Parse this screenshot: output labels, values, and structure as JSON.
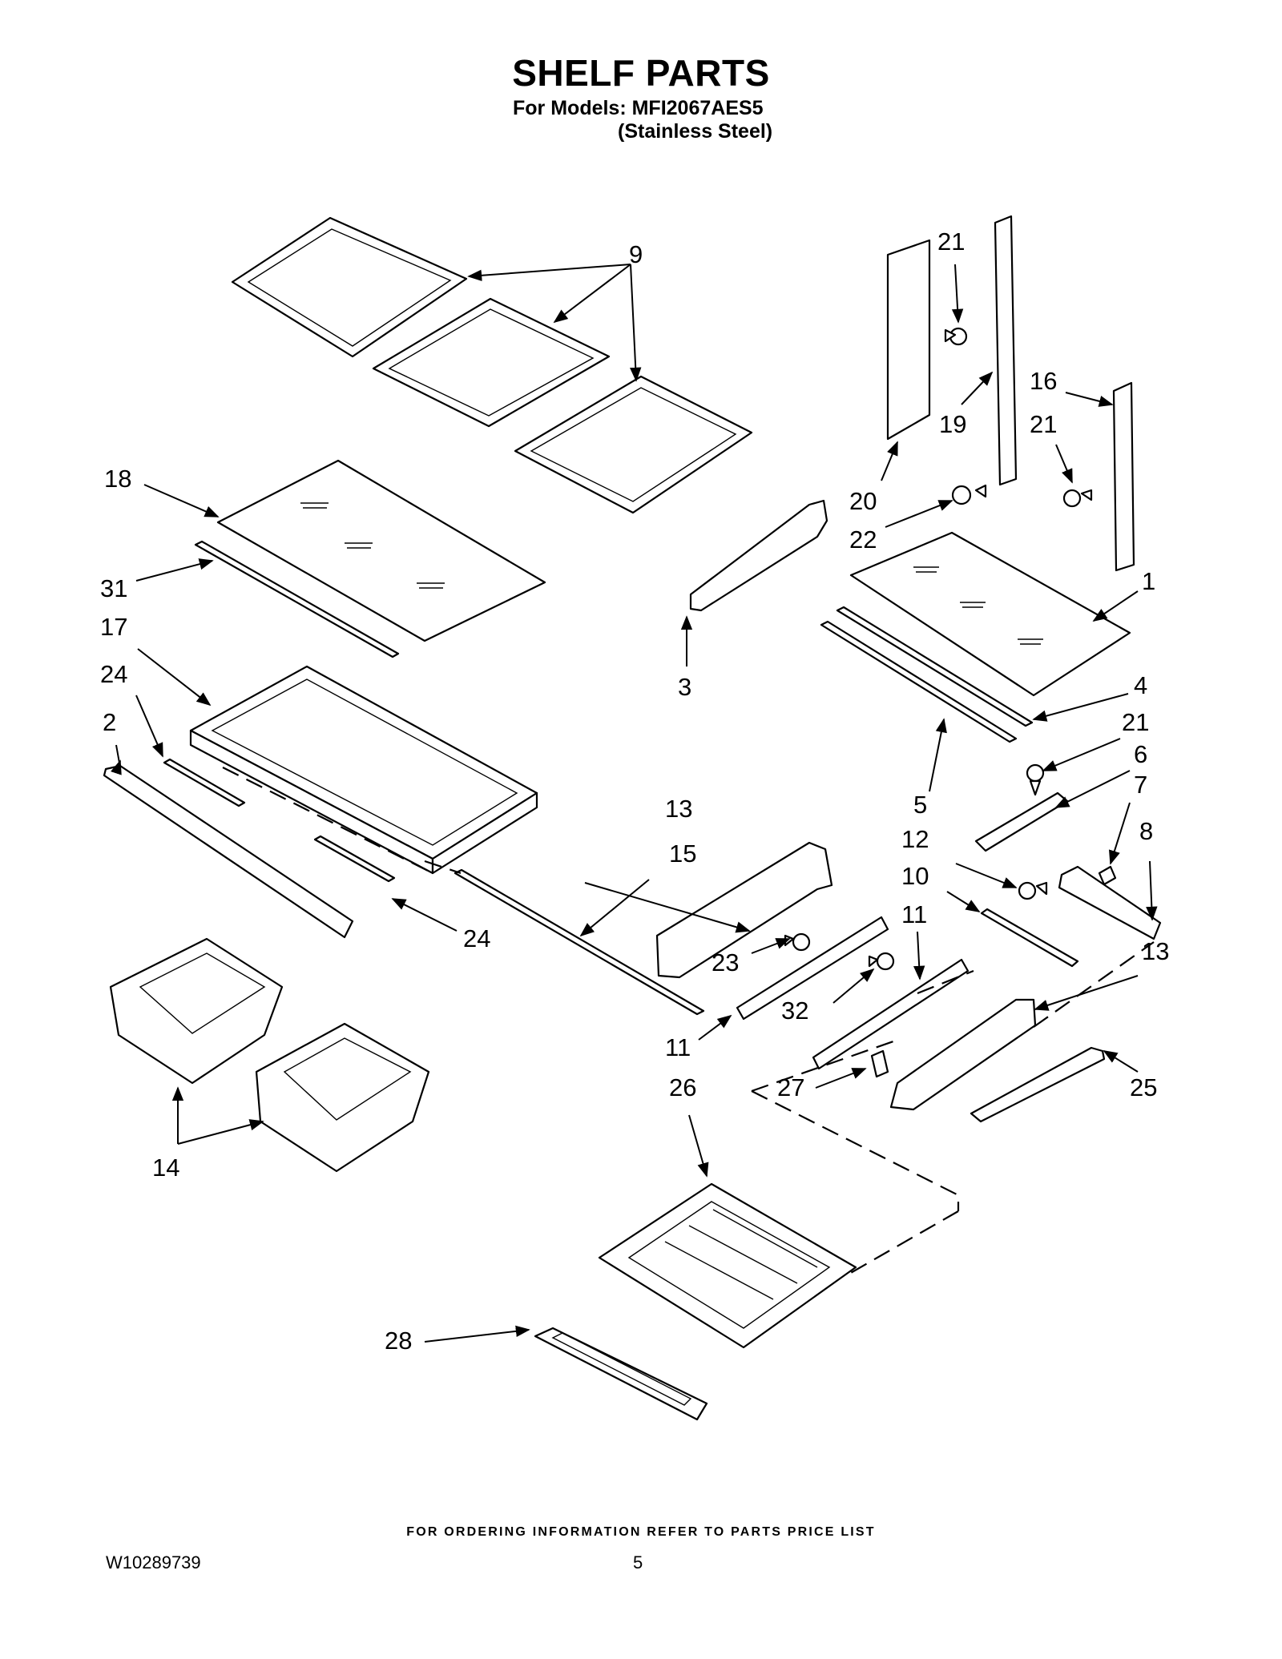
{
  "header": {
    "title": "SHELF PARTS",
    "models_line": "For Models: MFI2067AES5",
    "finish_line": "(Stainless Steel)"
  },
  "callouts": {
    "c1": "1",
    "c2": "2",
    "c3": "3",
    "c4": "4",
    "c5": "5",
    "c6": "6",
    "c7": "7",
    "c8": "8",
    "c9": "9",
    "c10": "10",
    "c11a": "11",
    "c11b": "11",
    "c12": "12",
    "c13a": "13",
    "c13b": "13",
    "c14": "14",
    "c15": "15",
    "c16": "16",
    "c17": "17",
    "c18": "18",
    "c19": "19",
    "c20": "20",
    "c21a": "21",
    "c21b": "21",
    "c21c": "21",
    "c22": "22",
    "c23": "23",
    "c24a": "24",
    "c24b": "24",
    "c25": "25",
    "c26": "26",
    "c27": "27",
    "c28": "28",
    "c31": "31",
    "c32": "32"
  },
  "footer": {
    "ordering_note": "FOR ORDERING INFORMATION REFER TO PARTS PRICE LIST",
    "document_number": "W10289739",
    "page_number": "5"
  }
}
